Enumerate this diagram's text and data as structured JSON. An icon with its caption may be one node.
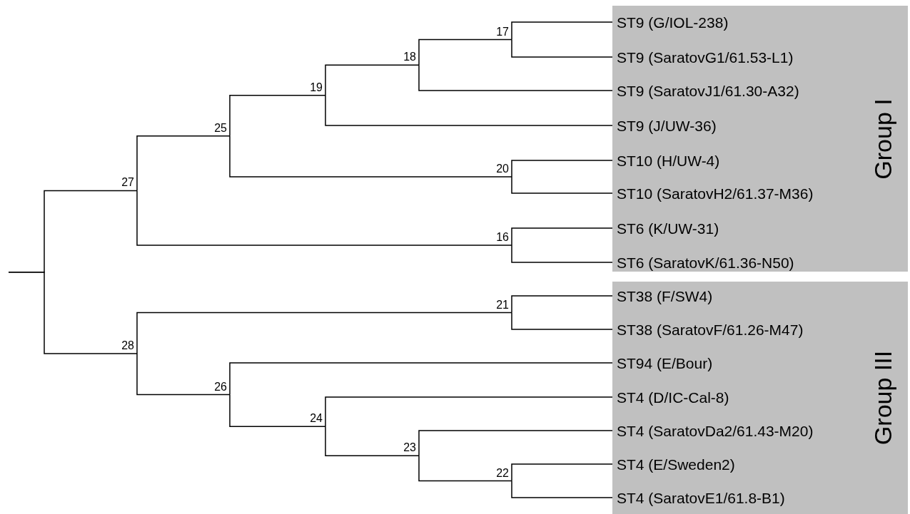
{
  "diagram": {
    "nodes": [
      {
        "text": [
          "Group I"
        ]
      },
      {
        "text": [
          "ST9 (G/IOL-238)"
        ],
        "in": 0
      },
      {
        "text": [
          "ST9 (SaratovG1/61.53-L1)"
        ],
        "in": 0
      },
      {
        "text": [
          "ST9 (SaratovJ1/61.30-A32)"
        ],
        "in": 0
      },
      {
        "text": [
          "ST9 (J/UW-36)"
        ],
        "in": 0
      },
      {
        "text": [
          "ST10 (H/UW-4)"
        ],
        "in": 0
      },
      {
        "text": [
          "ST10 (SaratovH2/61.37-M36)"
        ],
        "in": 0
      },
      {
        "text": [
          "ST6 (K/UW-31)"
        ],
        "in": 0
      },
      {
        "text": [
          "ST6 (SaratovK/61.36-N50)"
        ],
        "in": 0
      },
      {
        "text": [
          "Group III"
        ]
      },
      {
        "text": [
          "ST38 (F/SW4)"
        ],
        "in": 9
      },
      {
        "text": [
          "ST38 (SaratovF/61.26-M47)"
        ],
        "in": 9
      },
      {
        "text": [
          "ST94 (E/Bour)"
        ],
        "in": 9
      },
      {
        "text": [
          "ST4 (D/IC-Cal-8)"
        ],
        "in": 9
      },
      {
        "text": [
          "ST4 (SaratovDa2/61.43-M20)"
        ],
        "in": 9
      },
      {
        "text": [
          "ST4 (E/Sweden2)"
        ],
        "in": 9
      },
      {
        "text": [
          "ST4 (SaratovE1/61.8-B1)"
        ],
        "in": 9
      },
      {
        "text": [
          "17"
        ]
      },
      {
        "text": [
          "18"
        ]
      },
      {
        "text": [
          "19"
        ]
      },
      {
        "text": [
          "20"
        ]
      },
      {
        "text": [
          "16"
        ]
      },
      {
        "text": [
          "25"
        ]
      },
      {
        "text": [
          "27"
        ]
      },
      {
        "text": [
          "21"
        ]
      },
      {
        "text": [
          "22"
        ]
      },
      {
        "text": [
          "23"
        ]
      },
      {
        "text": [
          "24"
        ]
      },
      {
        "text": [
          "26"
        ]
      },
      {
        "text": [
          "28"
        ]
      }
    ],
    "edges": [
      {
        "from": 17,
        "to": 1,
        "arrow": "none"
      },
      {
        "from": 17,
        "to": 2,
        "arrow": "none"
      },
      {
        "from": 18,
        "to": 17,
        "arrow": "none"
      },
      {
        "from": 18,
        "to": 3,
        "arrow": "none"
      },
      {
        "from": 19,
        "to": 18,
        "arrow": "none"
      },
      {
        "from": 19,
        "to": 4,
        "arrow": "none"
      },
      {
        "from": 20,
        "to": 5,
        "arrow": "none"
      },
      {
        "from": 20,
        "to": 6,
        "arrow": "none"
      },
      {
        "from": 21,
        "to": 7,
        "arrow": "none"
      },
      {
        "from": 21,
        "to": 8,
        "arrow": "none"
      },
      {
        "from": 22,
        "to": 19,
        "arrow": "none"
      },
      {
        "from": 22,
        "to": 20,
        "arrow": "none"
      },
      {
        "from": 23,
        "to": 22,
        "arrow": "none"
      },
      {
        "from": 23,
        "to": 21,
        "arrow": "none"
      },
      {
        "from": 24,
        "to": 10,
        "arrow": "none"
      },
      {
        "from": 24,
        "to": 11,
        "arrow": "none"
      },
      {
        "from": 25,
        "to": 15,
        "arrow": "none"
      },
      {
        "from": 25,
        "to": 16,
        "arrow": "none"
      },
      {
        "from": 26,
        "to": 14,
        "arrow": "none"
      },
      {
        "from": 26,
        "to": 25,
        "arrow": "none"
      },
      {
        "from": 27,
        "to": 13,
        "arrow": "none"
      },
      {
        "from": 27,
        "to": 26,
        "arrow": "none"
      },
      {
        "from": 28,
        "to": 12,
        "arrow": "none"
      },
      {
        "from": 28,
        "to": 27,
        "arrow": "none"
      },
      {
        "from": 29,
        "to": 24,
        "arrow": "none"
      },
      {
        "from": 29,
        "to": 28,
        "arrow": "none"
      },
      {
        "from": null,
        "to": 23,
        "arrow": "none"
      },
      {
        "from": null,
        "to": 29,
        "arrow": "none"
      }
    ]
  }
}
